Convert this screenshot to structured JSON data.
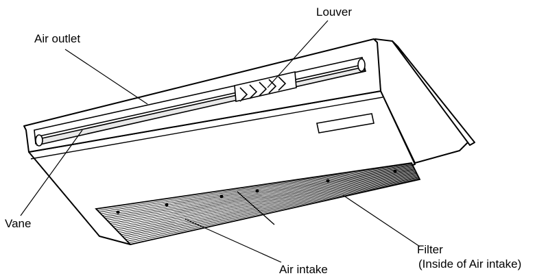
{
  "labels": {
    "louver": "Louver",
    "air_outlet": "Air outlet",
    "vane": "Vane",
    "air_intake": "Air intake",
    "filter": "Filter",
    "filter_note": "(Inside of Air intake)"
  }
}
